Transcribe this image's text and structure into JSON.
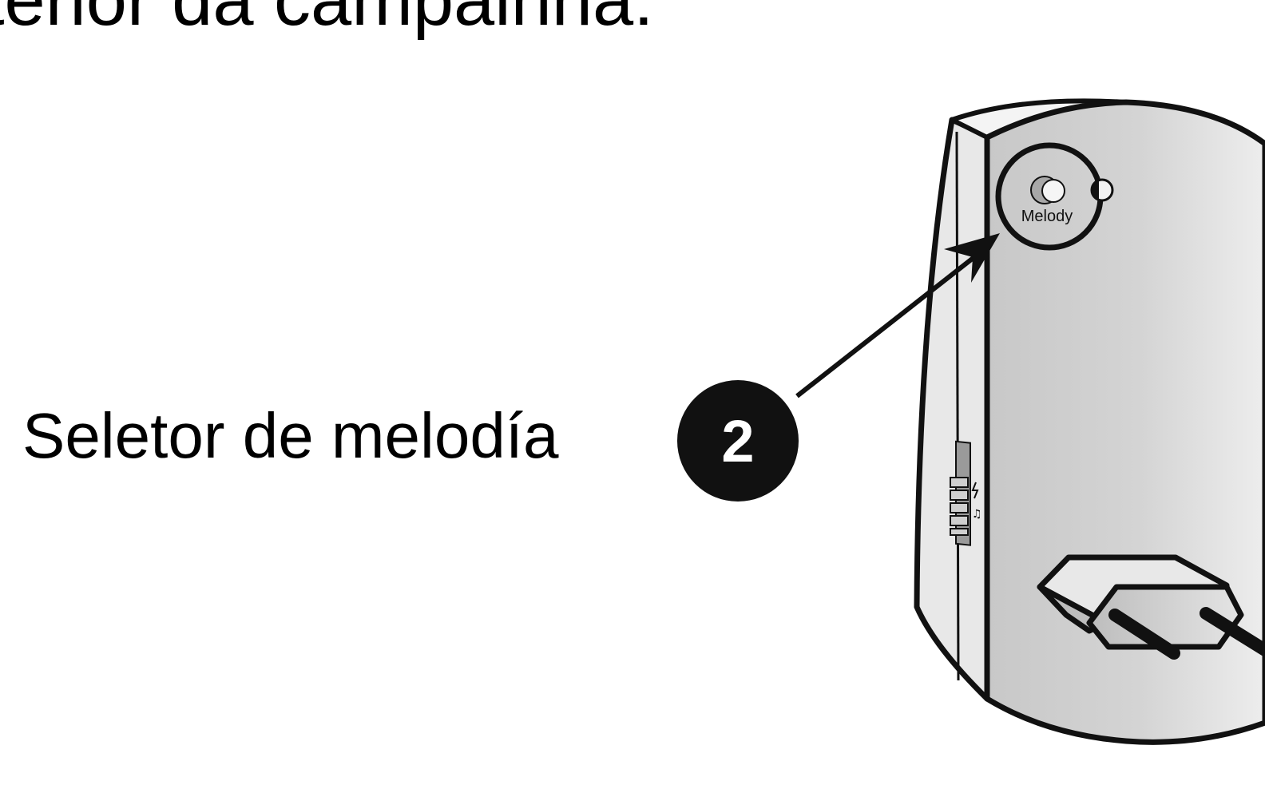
{
  "heading": "terior da campainha:",
  "callout": {
    "number": "2",
    "label": "Seletor de melodía"
  },
  "device": {
    "button_label": "Melody"
  },
  "colors": {
    "outline": "#111111",
    "body_light": "#e6e6e6",
    "body_shade": "#c4c4c4"
  }
}
